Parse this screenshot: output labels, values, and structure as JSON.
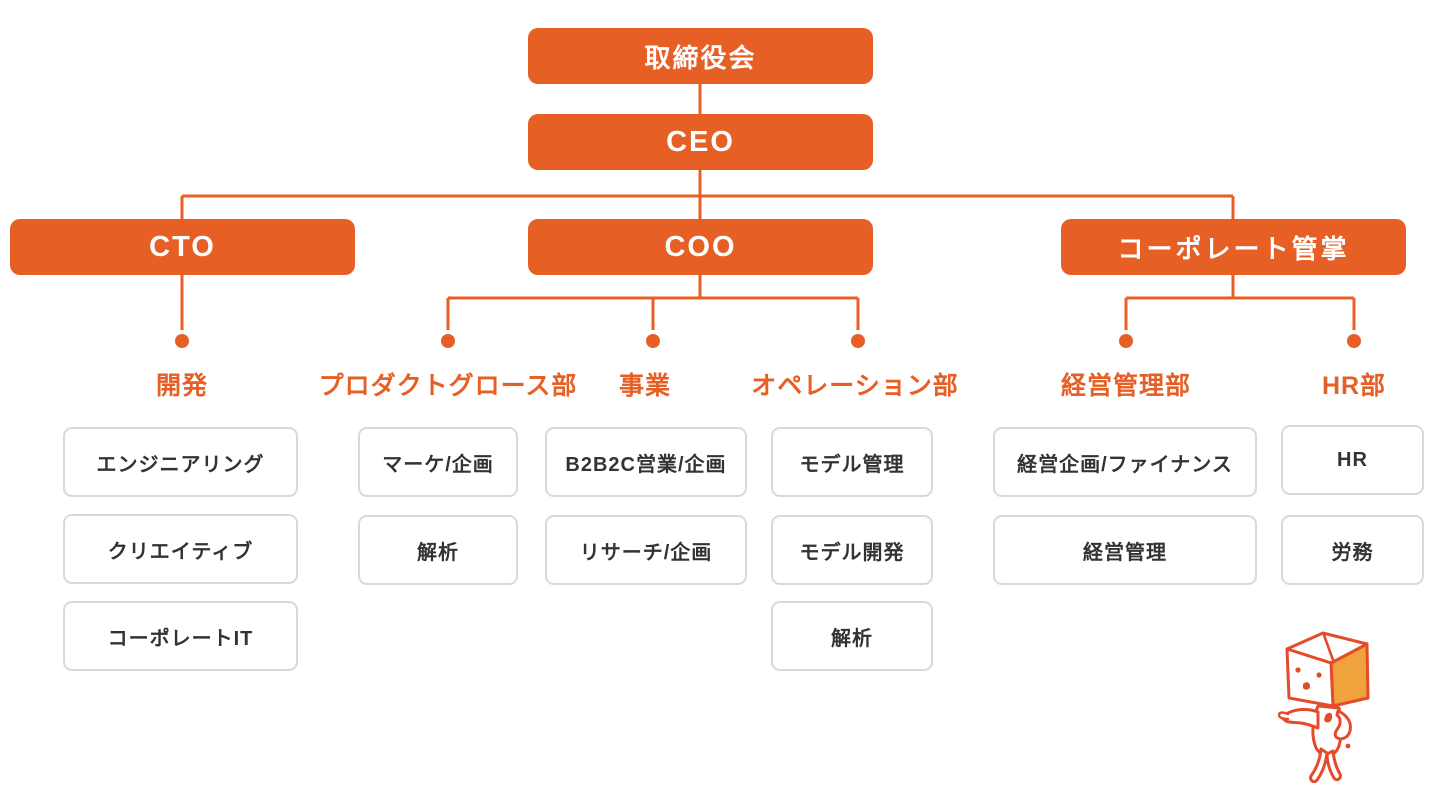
{
  "colors": {
    "accent": "#E65F25",
    "team_box_border": "#D9D9D9",
    "team_box_text": "#333333",
    "mascot_outline": "#E54B2B",
    "mascot_face_fill": "#F0A23C"
  },
  "org": {
    "board": {
      "label": "取締役会"
    },
    "ceo": {
      "label": "CEO"
    },
    "executives": [
      {
        "id": "cto",
        "label": "CTO"
      },
      {
        "id": "coo",
        "label": "COO"
      },
      {
        "id": "corporate",
        "label": "コーポレート管掌"
      }
    ],
    "departments": [
      {
        "id": "dev",
        "label": "開発",
        "teams": [
          "エンジニアリング",
          "クリエイティブ",
          "コーポレートIT"
        ]
      },
      {
        "id": "product-growth",
        "label": "プロダクトグロース部",
        "teams": [
          "マーケ/企画",
          "解析"
        ]
      },
      {
        "id": "business",
        "label": "事業",
        "teams": [
          "B2B2C営業/企画",
          "リサーチ/企画"
        ]
      },
      {
        "id": "operations",
        "label": "オペレーション部",
        "teams": [
          "モデル管理",
          "モデル開発",
          "解析"
        ]
      },
      {
        "id": "management",
        "label": "経営管理部",
        "teams": [
          "経営企画/ファイナンス",
          "経営管理"
        ]
      },
      {
        "id": "hr",
        "label": "HR部",
        "teams": [
          "HR",
          "労務"
        ]
      }
    ]
  }
}
